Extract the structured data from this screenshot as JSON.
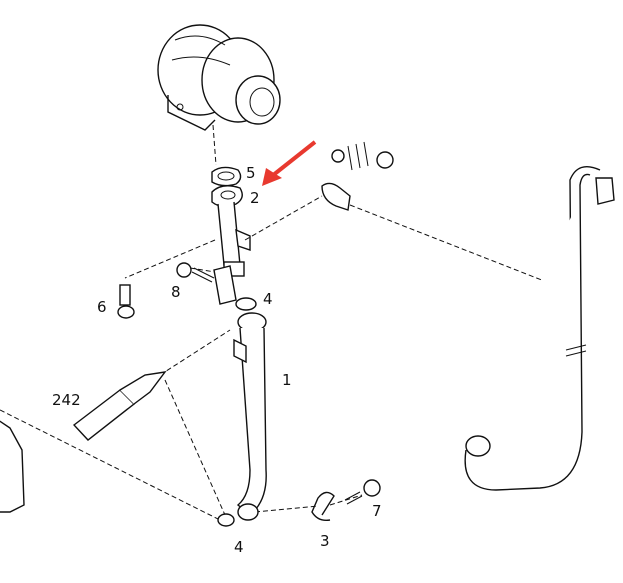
{
  "diagram": {
    "callouts": {
      "oil_line": "1",
      "oil_pipe_upper": "2",
      "clip": "3",
      "oring_upper": "4",
      "oring_lower": "4",
      "gasket": "5",
      "bolt_left": "6",
      "bolt_7": "7",
      "bolt_8": "8",
      "sensor": "242"
    },
    "highlight_color": "#e8392f"
  }
}
